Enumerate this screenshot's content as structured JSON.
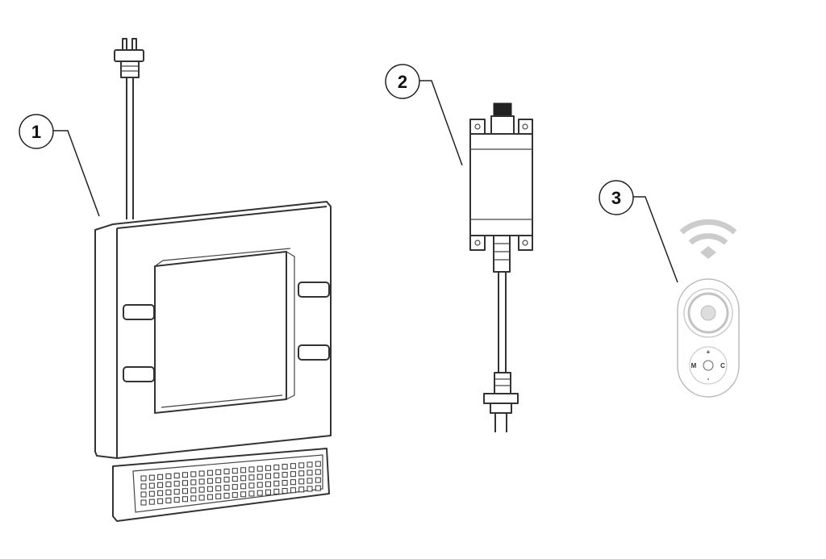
{
  "callouts": [
    {
      "label": "1",
      "item": "wall-frame-unit"
    },
    {
      "label": "2",
      "item": "power-adapter"
    },
    {
      "label": "3",
      "item": "remote-control"
    }
  ],
  "remote": {
    "keys": {
      "plus": "+",
      "minus": "-",
      "mode": "M",
      "color": "C"
    }
  }
}
